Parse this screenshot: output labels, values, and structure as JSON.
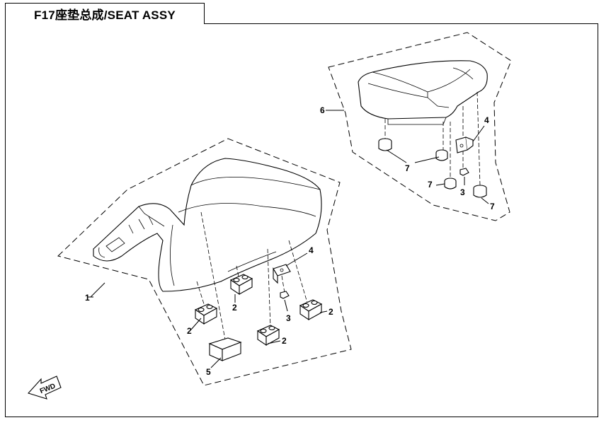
{
  "title": "F17座垫总成/SEAT ASSY",
  "fwd_label": "FWD",
  "callouts": {
    "c1": "1",
    "c2a": "2",
    "c2b": "2",
    "c2c": "2",
    "c2d": "2",
    "c3a": "3",
    "c3b": "3",
    "c4a": "4",
    "c4b": "4",
    "c5": "5",
    "c6": "6",
    "c7a": "7",
    "c7b": "7",
    "c7c": "7"
  }
}
